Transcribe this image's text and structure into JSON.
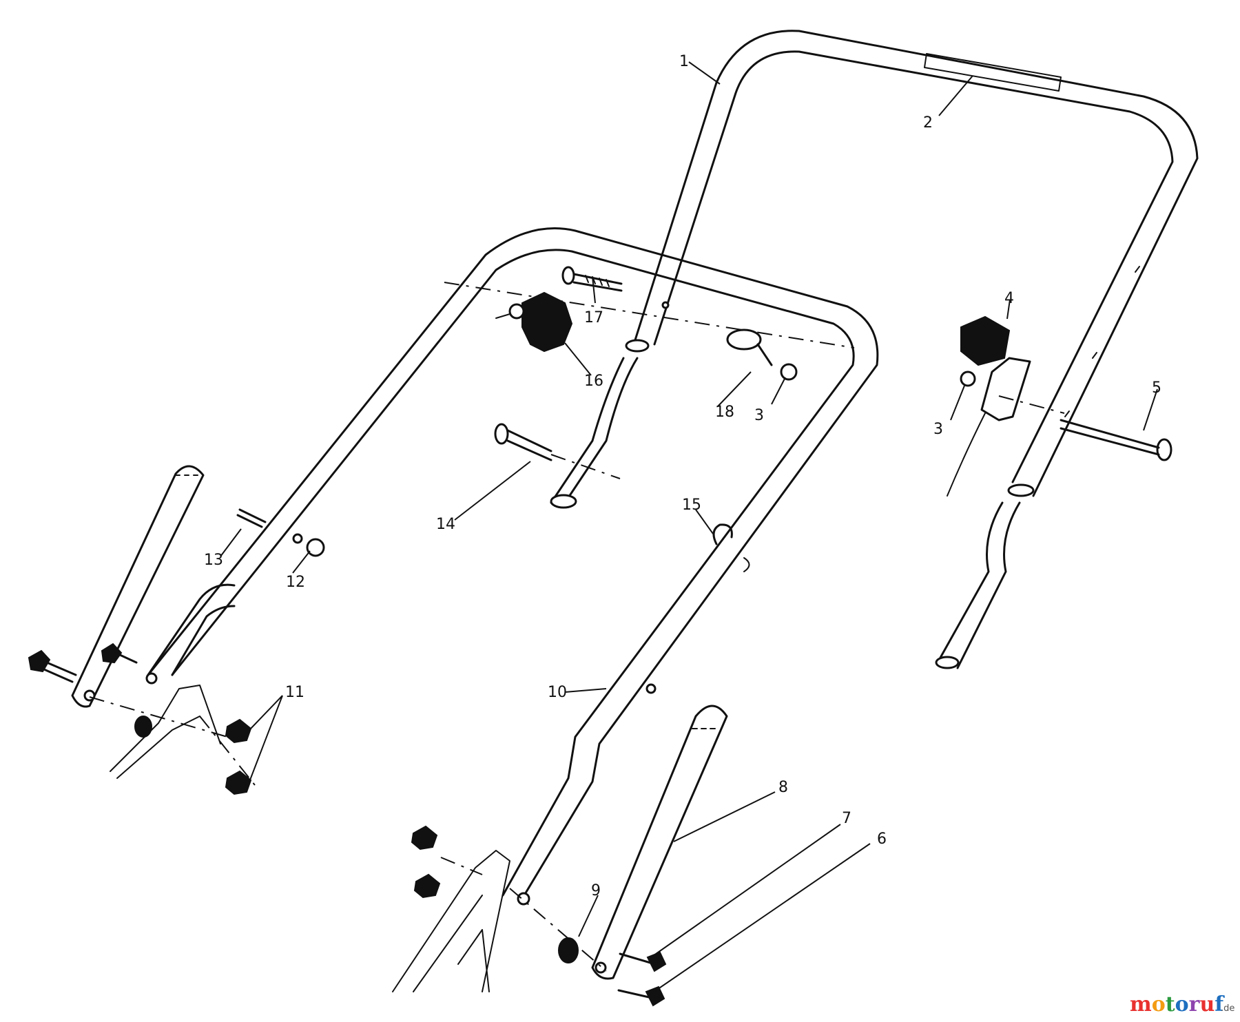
{
  "diagram": {
    "callouts": [
      {
        "id": "p1",
        "label": "1"
      },
      {
        "id": "p2",
        "label": "2"
      },
      {
        "id": "p3a",
        "label": "3"
      },
      {
        "id": "p3b",
        "label": "3"
      },
      {
        "id": "p4",
        "label": "4"
      },
      {
        "id": "p5",
        "label": "5"
      },
      {
        "id": "p6",
        "label": "6"
      },
      {
        "id": "p7",
        "label": "7"
      },
      {
        "id": "p8",
        "label": "8"
      },
      {
        "id": "p9",
        "label": "9"
      },
      {
        "id": "p10",
        "label": "10"
      },
      {
        "id": "p11",
        "label": "11"
      },
      {
        "id": "p12",
        "label": "12"
      },
      {
        "id": "p13",
        "label": "13"
      },
      {
        "id": "p14",
        "label": "14"
      },
      {
        "id": "p15",
        "label": "15"
      },
      {
        "id": "p16",
        "label": "16"
      },
      {
        "id": "p17",
        "label": "17"
      },
      {
        "id": "p18",
        "label": "18"
      }
    ]
  },
  "watermark": {
    "letters": [
      "m",
      "o",
      "t",
      "o",
      "r",
      "u",
      "f"
    ],
    "colors": [
      "#e8312f",
      "#f39c12",
      "#2b9a3f",
      "#1e6fbf",
      "#8e44ad",
      "#e8312f",
      "#1e6fbf"
    ],
    "suffix": ".de"
  }
}
